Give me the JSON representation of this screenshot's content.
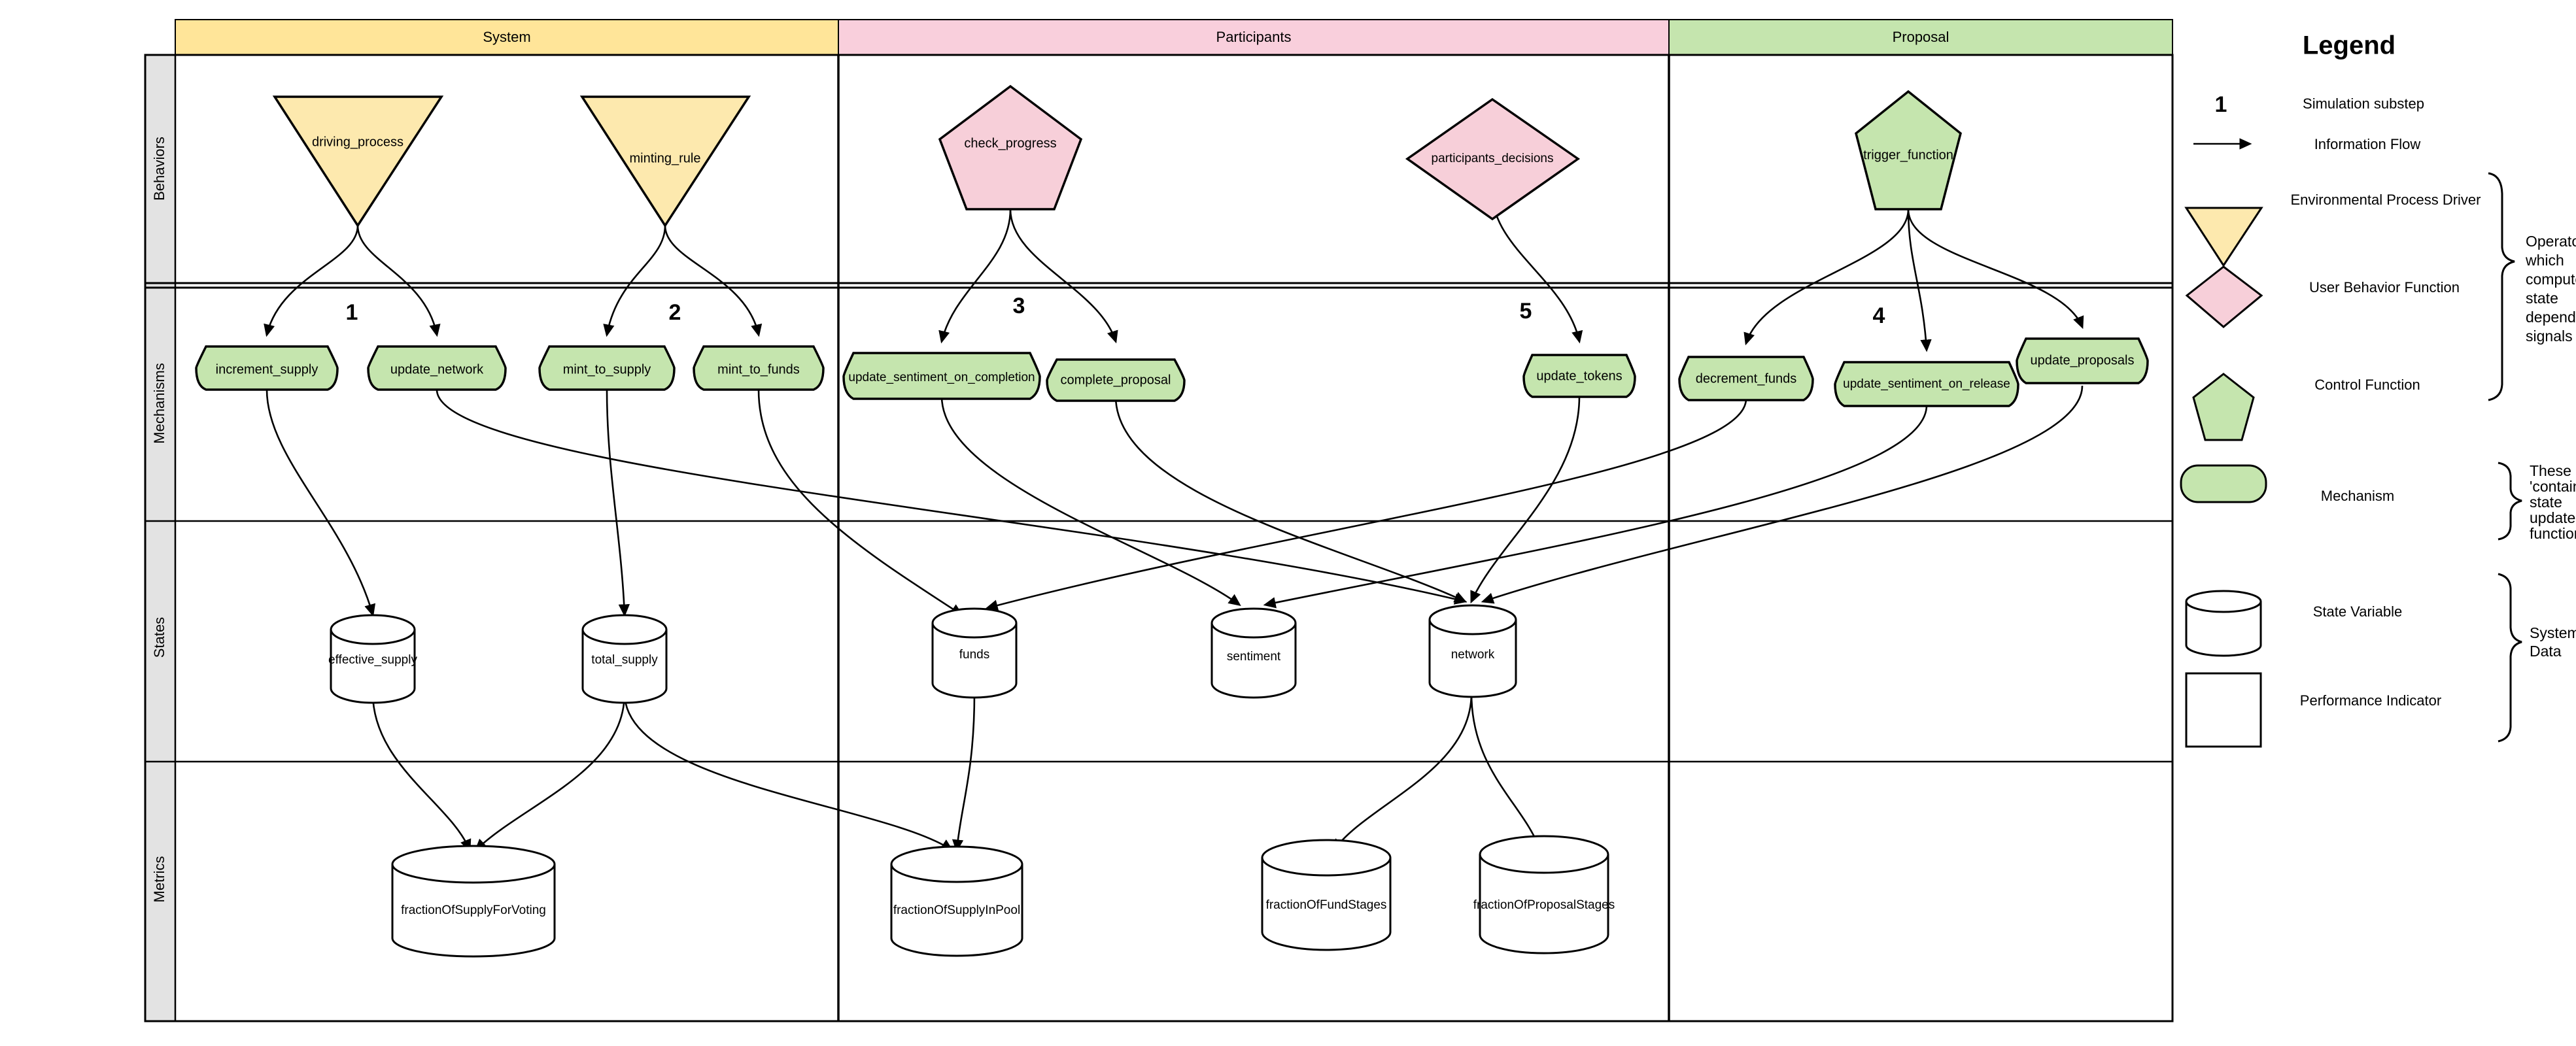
{
  "colors": {
    "system_header": "#ffe599",
    "participants_header": "#f9cfdc",
    "proposal_header": "#c5e5ae",
    "env_driver": "#fde9ae",
    "user_behavior": "#f7cfd9",
    "control_function": "#c5e5ae",
    "mechanism": "#c5e5ae",
    "state_variable": "#ffffff",
    "performance_indicator": "#ffffff",
    "row_header_band": "#e3e3e3",
    "stroke": "#000000"
  },
  "columns": [
    {
      "id": "system",
      "label": "System"
    },
    {
      "id": "participants",
      "label": "Participants"
    },
    {
      "id": "proposal",
      "label": "Proposal"
    }
  ],
  "rows": [
    {
      "id": "behaviors",
      "label": "Behaviors"
    },
    {
      "id": "mechanisms",
      "label": "Mechanisms"
    },
    {
      "id": "states",
      "label": "States"
    },
    {
      "id": "metrics",
      "label": "Metrics"
    }
  ],
  "behaviors": [
    {
      "id": "driving_process",
      "label": "driving_process",
      "shape": "triangle-down",
      "column": "system"
    },
    {
      "id": "minting_rule",
      "label": "minting_rule",
      "shape": "triangle-down",
      "column": "system"
    },
    {
      "id": "check_progress",
      "label": "check_progress",
      "shape": "pentagon",
      "column": "participants"
    },
    {
      "id": "participants_decisions",
      "label": "participants_decisions",
      "shape": "diamond",
      "column": "participants"
    },
    {
      "id": "trigger_function",
      "label": "trigger_function",
      "shape": "pentagon",
      "column": "proposal"
    }
  ],
  "mechanisms": [
    {
      "id": "increment_supply",
      "label": "increment_supply",
      "column": "system"
    },
    {
      "id": "update_network",
      "label": "update_network",
      "column": "system"
    },
    {
      "id": "mint_to_supply",
      "label": "mint_to_supply",
      "column": "system"
    },
    {
      "id": "mint_to_funds",
      "label": "mint_to_funds",
      "column": "system"
    },
    {
      "id": "update_sentiment_on_completion",
      "label": "update_sentiment_on_completion",
      "column": "participants"
    },
    {
      "id": "complete_proposal",
      "label": "complete_proposal",
      "column": "participants"
    },
    {
      "id": "update_tokens",
      "label": "update_tokens",
      "column": "participants"
    },
    {
      "id": "decrement_funds",
      "label": "decrement_funds",
      "column": "proposal"
    },
    {
      "id": "update_sentiment_on_release",
      "label": "update_sentiment_on_release",
      "column": "proposal"
    },
    {
      "id": "update_proposals",
      "label": "update_proposals",
      "column": "proposal"
    }
  ],
  "states": [
    {
      "id": "effective_supply",
      "label": "effective_supply",
      "column": "system"
    },
    {
      "id": "total_supply",
      "label": "total_supply",
      "column": "system"
    },
    {
      "id": "funds",
      "label": "funds",
      "column": "participants"
    },
    {
      "id": "sentiment",
      "label": "sentiment",
      "column": "participants"
    },
    {
      "id": "network",
      "label": "network",
      "column": "participants"
    }
  ],
  "metrics": [
    {
      "id": "fractionOfSupplyForVoting",
      "label": "fractionOfSupplyForVoting",
      "column": "system"
    },
    {
      "id": "fractionOfSupplyInPool",
      "label": "fractionOfSupplyInPool",
      "column": "participants"
    },
    {
      "id": "fractionOfFundStages",
      "label": "fractionOfFundStages",
      "column": "participants"
    },
    {
      "id": "fractionOfProposalStages",
      "label": "fractionOfProposalStages",
      "column": "participants"
    }
  ],
  "substeps": [
    {
      "id": "substep-1",
      "label": "1"
    },
    {
      "id": "substep-2",
      "label": "2"
    },
    {
      "id": "substep-3",
      "label": "3"
    },
    {
      "id": "substep-4",
      "label": "4"
    },
    {
      "id": "substep-5",
      "label": "5"
    }
  ],
  "legend": {
    "title": "Legend",
    "items": [
      {
        "id": "simulation-substep",
        "glyph": "number",
        "sample": "1",
        "label": "Simulation substep"
      },
      {
        "id": "information-flow",
        "glyph": "arrow",
        "sample": "",
        "label": "Information Flow"
      },
      {
        "id": "env-process-driver",
        "glyph": "triangle-down",
        "sample": "",
        "label": "Environmental Process Driver"
      },
      {
        "id": "user-behavior-function",
        "glyph": "diamond",
        "sample": "",
        "label": "User Behavior Function"
      },
      {
        "id": "control-function",
        "glyph": "pentagon",
        "sample": "",
        "label": "Control Function"
      },
      {
        "id": "mechanism",
        "glyph": "mechanism",
        "sample": "",
        "label": "Mechanism"
      },
      {
        "id": "state-variable",
        "glyph": "cylinder",
        "sample": "",
        "label": "State Variable"
      },
      {
        "id": "performance-indicator",
        "glyph": "rectangle",
        "sample": "",
        "label": "Performance Indicator"
      }
    ],
    "notes": [
      {
        "id": "note-operators",
        "lines": [
          "Operato",
          "which",
          "compute",
          "state",
          "depend",
          "signals"
        ],
        "full": "Operators which compute state dependent signals"
      },
      {
        "id": "note-mechanism",
        "lines": [
          "These",
          "'contain'",
          "state",
          "update",
          "functions"
        ],
        "full": "These 'contain' state update functions"
      },
      {
        "id": "note-system-data",
        "lines": [
          "System",
          "Data"
        ],
        "full": "System Data"
      }
    ]
  }
}
